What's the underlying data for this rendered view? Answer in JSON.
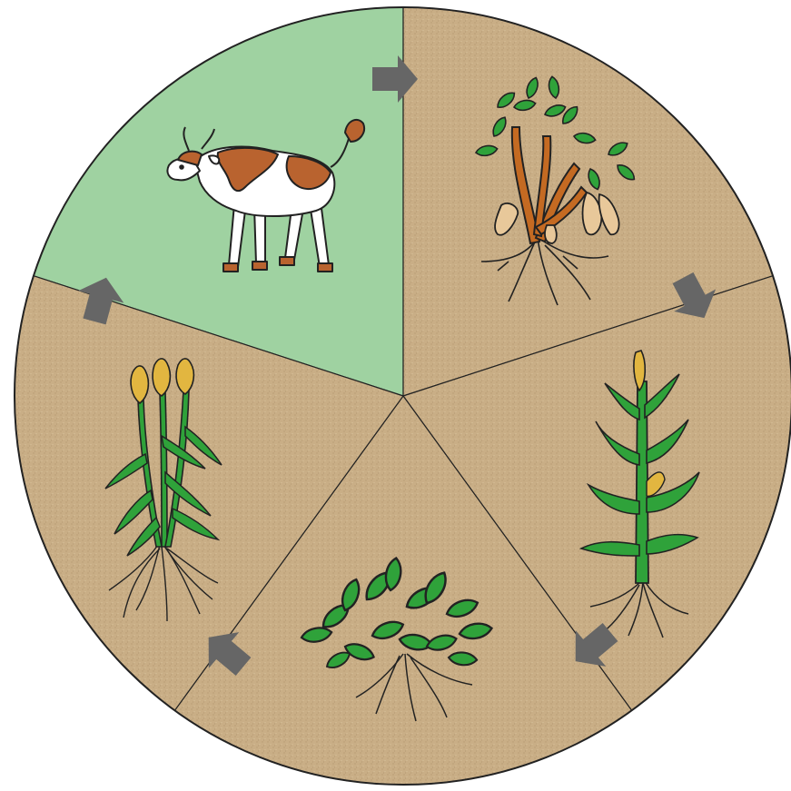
{
  "diagram": {
    "type": "crop-rotation-cycle",
    "direction": "clockwise",
    "colors": {
      "soil": "#c9ae86",
      "pasture": "#9fd2a1",
      "arrow": "#666666",
      "outline": "#222222",
      "leaf": "#2fa23a",
      "leaf_dark": "#0f6b1f",
      "stem": "#c46a22",
      "pod": "#e8c89a",
      "cow_patch": "#b9632f",
      "grain_head": "#e2b640"
    },
    "segments": [
      {
        "id": "livestock",
        "icon": "cow-icon",
        "background": "pasture"
      },
      {
        "id": "legume",
        "icon": "legume-plant-with-pods-icon",
        "background": "soil"
      },
      {
        "id": "maize",
        "icon": "maize-plant-icon",
        "background": "soil"
      },
      {
        "id": "cover-crop",
        "icon": "leafy-cover-crop-icon",
        "background": "soil"
      },
      {
        "id": "grain",
        "icon": "grain-plant-icon",
        "background": "soil"
      }
    ],
    "arrows": [
      {
        "from": "livestock",
        "to": "legume",
        "icon": "arrow-right-icon"
      },
      {
        "from": "legume",
        "to": "maize",
        "icon": "arrow-down-right-icon"
      },
      {
        "from": "maize",
        "to": "cover-crop",
        "icon": "arrow-down-left-icon"
      },
      {
        "from": "cover-crop",
        "to": "grain",
        "icon": "arrow-up-left-icon"
      },
      {
        "from": "grain",
        "to": "livestock",
        "icon": "arrow-up-icon"
      }
    ]
  }
}
